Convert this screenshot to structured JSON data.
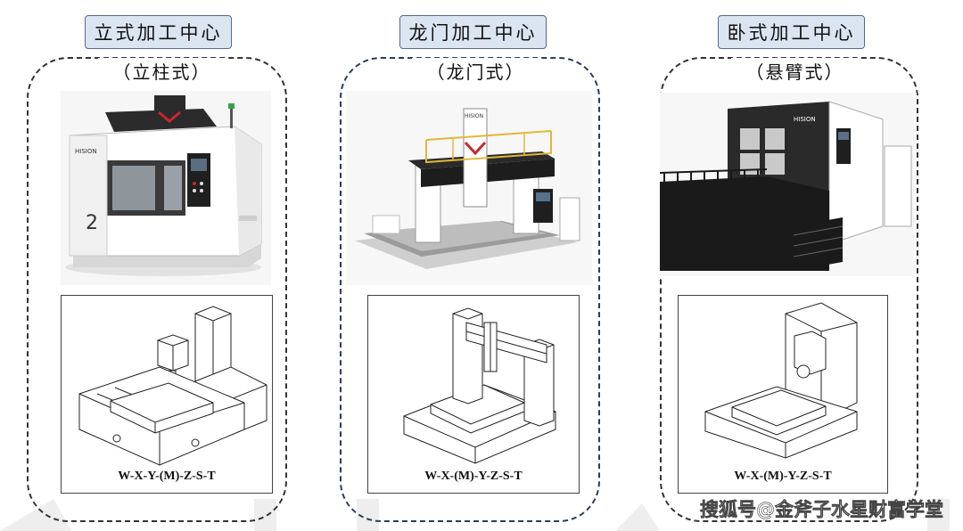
{
  "columns": [
    {
      "title": "立式加工中心",
      "subtitle": "（立柱式）",
      "formula": "W-X-Y-(M)-Z-S-T",
      "photo_brand": "HISION",
      "photo_icon": "vertical-machining-center-icon",
      "diagram_icon": "column-type-schematic-icon"
    },
    {
      "title": "龙门加工中心",
      "subtitle": "（龙门式）",
      "formula": "W-X-(M)-Y-Z-S-T",
      "photo_brand": "HISION",
      "photo_icon": "gantry-machining-center-icon",
      "diagram_icon": "gantry-type-schematic-icon"
    },
    {
      "title": "卧式加工中心",
      "subtitle": "（悬臂式）",
      "formula": "W-X-(M)-Y-Z-S-T",
      "photo_brand": "HISION",
      "photo_icon": "horizontal-machining-center-icon",
      "diagram_icon": "cantilever-type-schematic-icon"
    }
  ],
  "watermark": "搜狐号@金斧子水星财富学堂",
  "colors": {
    "title_bg": "#dbe5f2",
    "title_border": "#556a88",
    "panel_border": "#333333",
    "machine_body": "#ffffff",
    "machine_dark": "#2a2a2a",
    "accent_red": "#c8282d",
    "rail_yellow": "#e2b73b"
  }
}
